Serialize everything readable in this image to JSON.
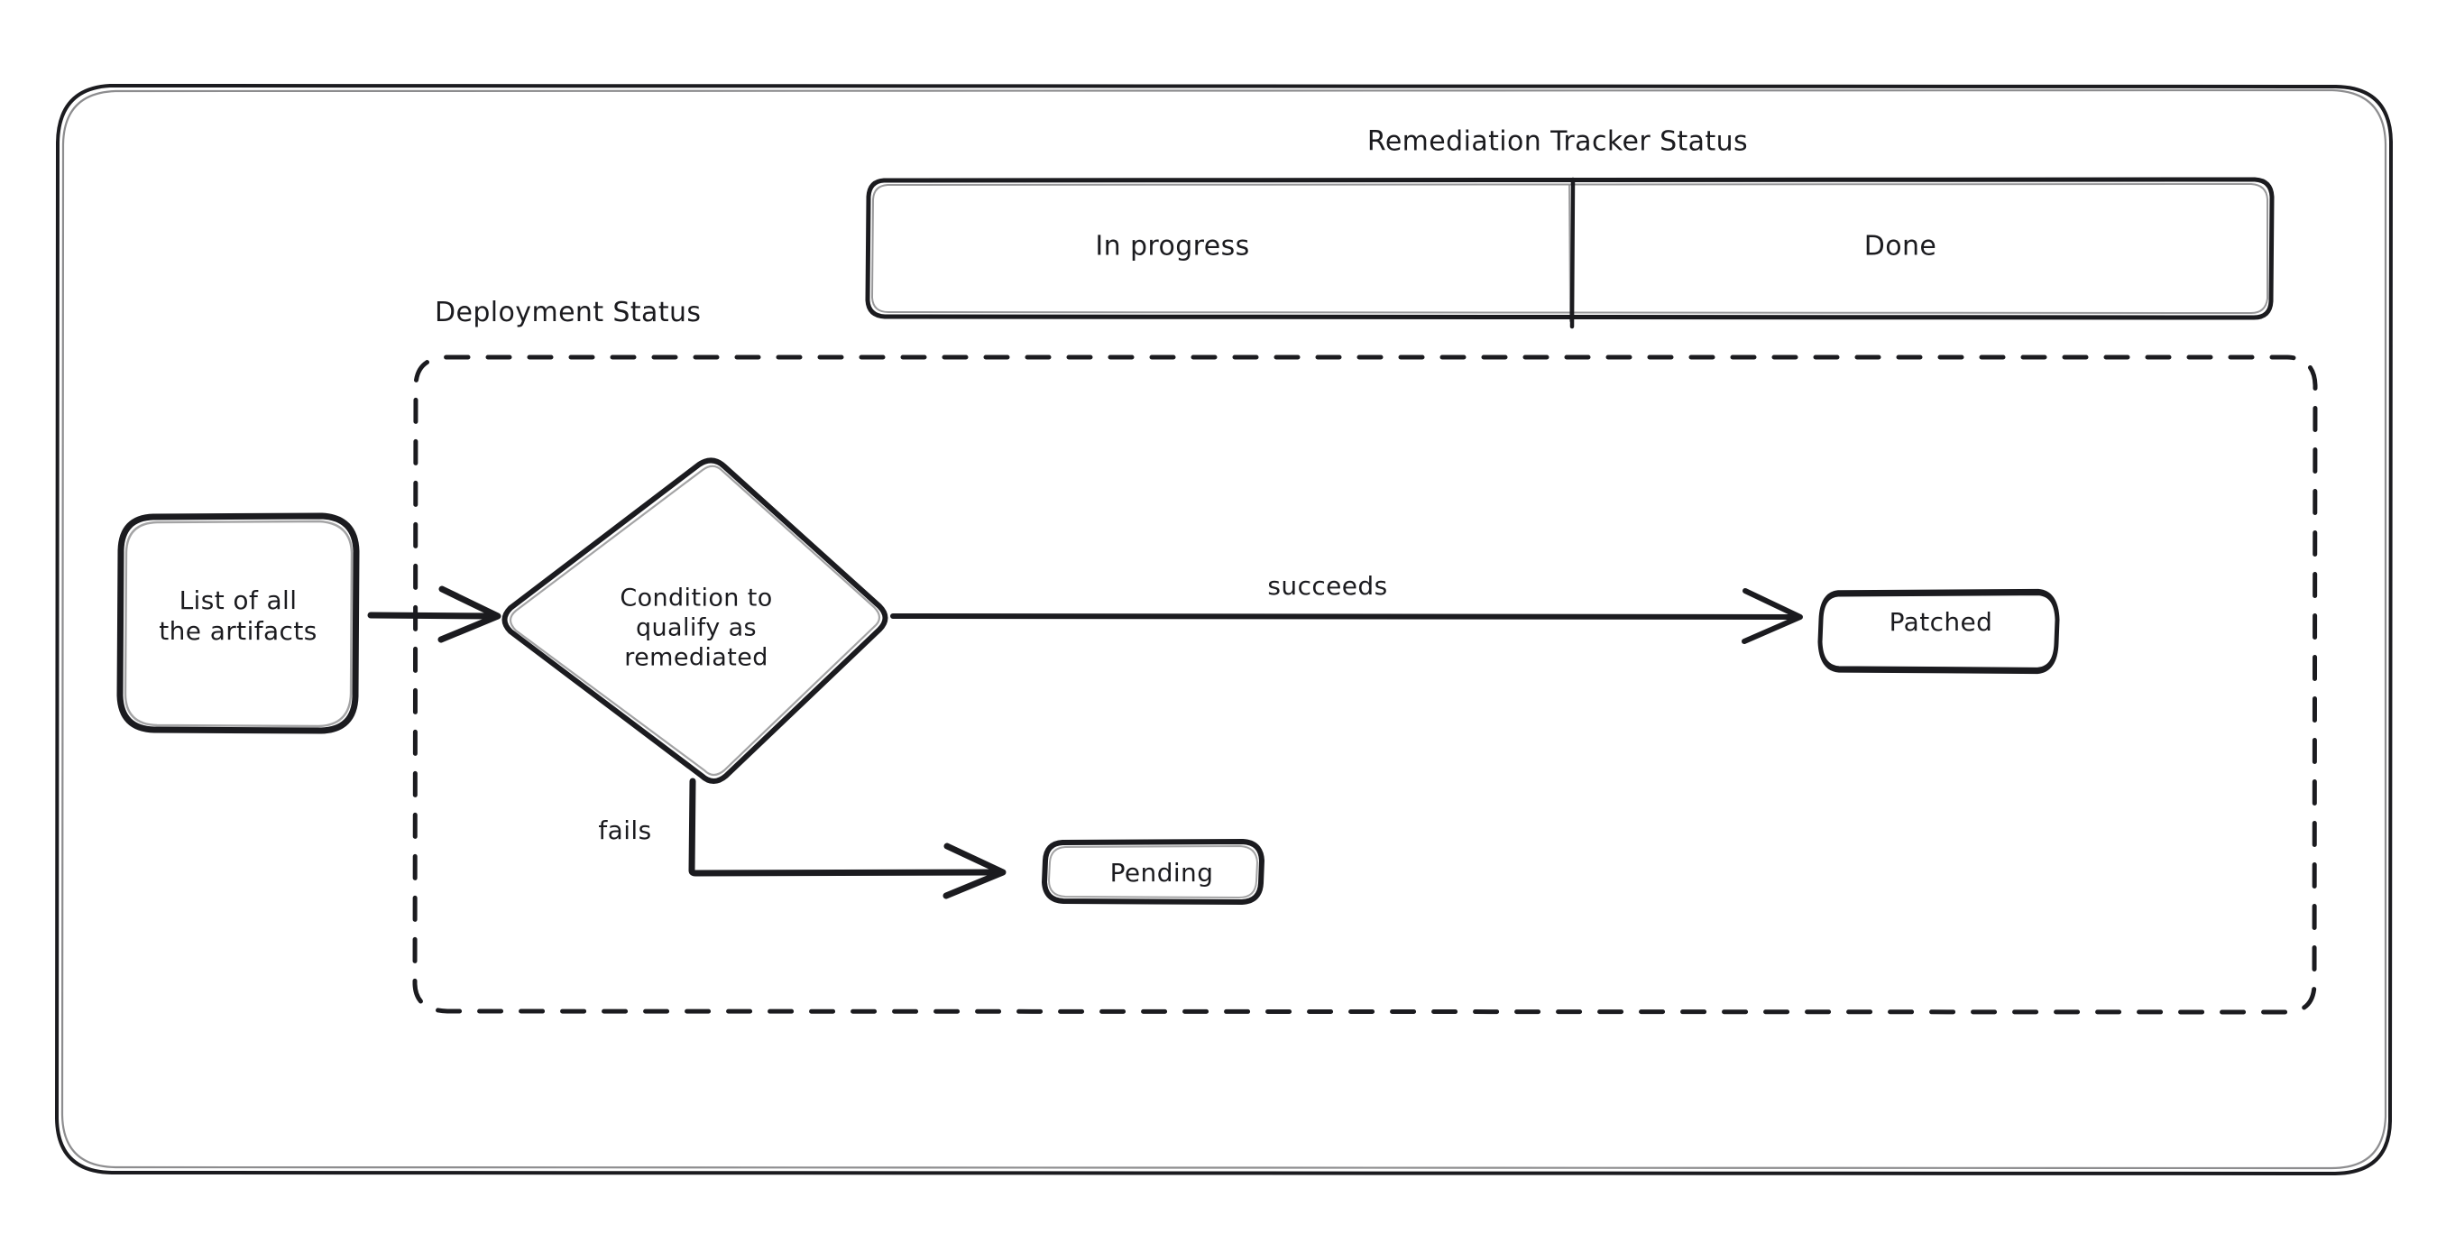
{
  "diagram": {
    "type": "flowchart",
    "style": "hand-drawn-sketch",
    "background": "#ffffff",
    "stroke_color": "#1b1b1f",
    "title": "Remediation Tracker Status"
  },
  "outer_frame": {
    "name": "outer-container",
    "shape": "rounded-rectangle",
    "stroke": "#1b1b1f"
  },
  "remediation_tracker": {
    "title": "Remediation Tracker Status",
    "cells": [
      {
        "label": "In progress"
      },
      {
        "label": "Done"
      }
    ]
  },
  "deployment_status": {
    "label": "Deployment Status",
    "border": "dashed"
  },
  "nodes": [
    {
      "id": "artifacts",
      "label": "List of all\nthe artifacts",
      "shape": "rounded-rectangle"
    },
    {
      "id": "condition",
      "label": "Condition to\nqualify as\nremediated",
      "shape": "diamond"
    },
    {
      "id": "patched",
      "label": "Patched",
      "shape": "rounded-rectangle"
    },
    {
      "id": "pending",
      "label": "Pending",
      "shape": "rounded-rectangle"
    }
  ],
  "edges": [
    {
      "id": "artifacts-to-condition",
      "from": "artifacts",
      "to": "condition",
      "label": ""
    },
    {
      "id": "condition-to-patched",
      "from": "condition",
      "to": "patched",
      "label": "succeeds"
    },
    {
      "id": "condition-to-pending",
      "from": "condition",
      "to": "pending",
      "label": "fails"
    }
  ],
  "labels": {
    "succeeds": "succeeds",
    "fails": "fails"
  }
}
